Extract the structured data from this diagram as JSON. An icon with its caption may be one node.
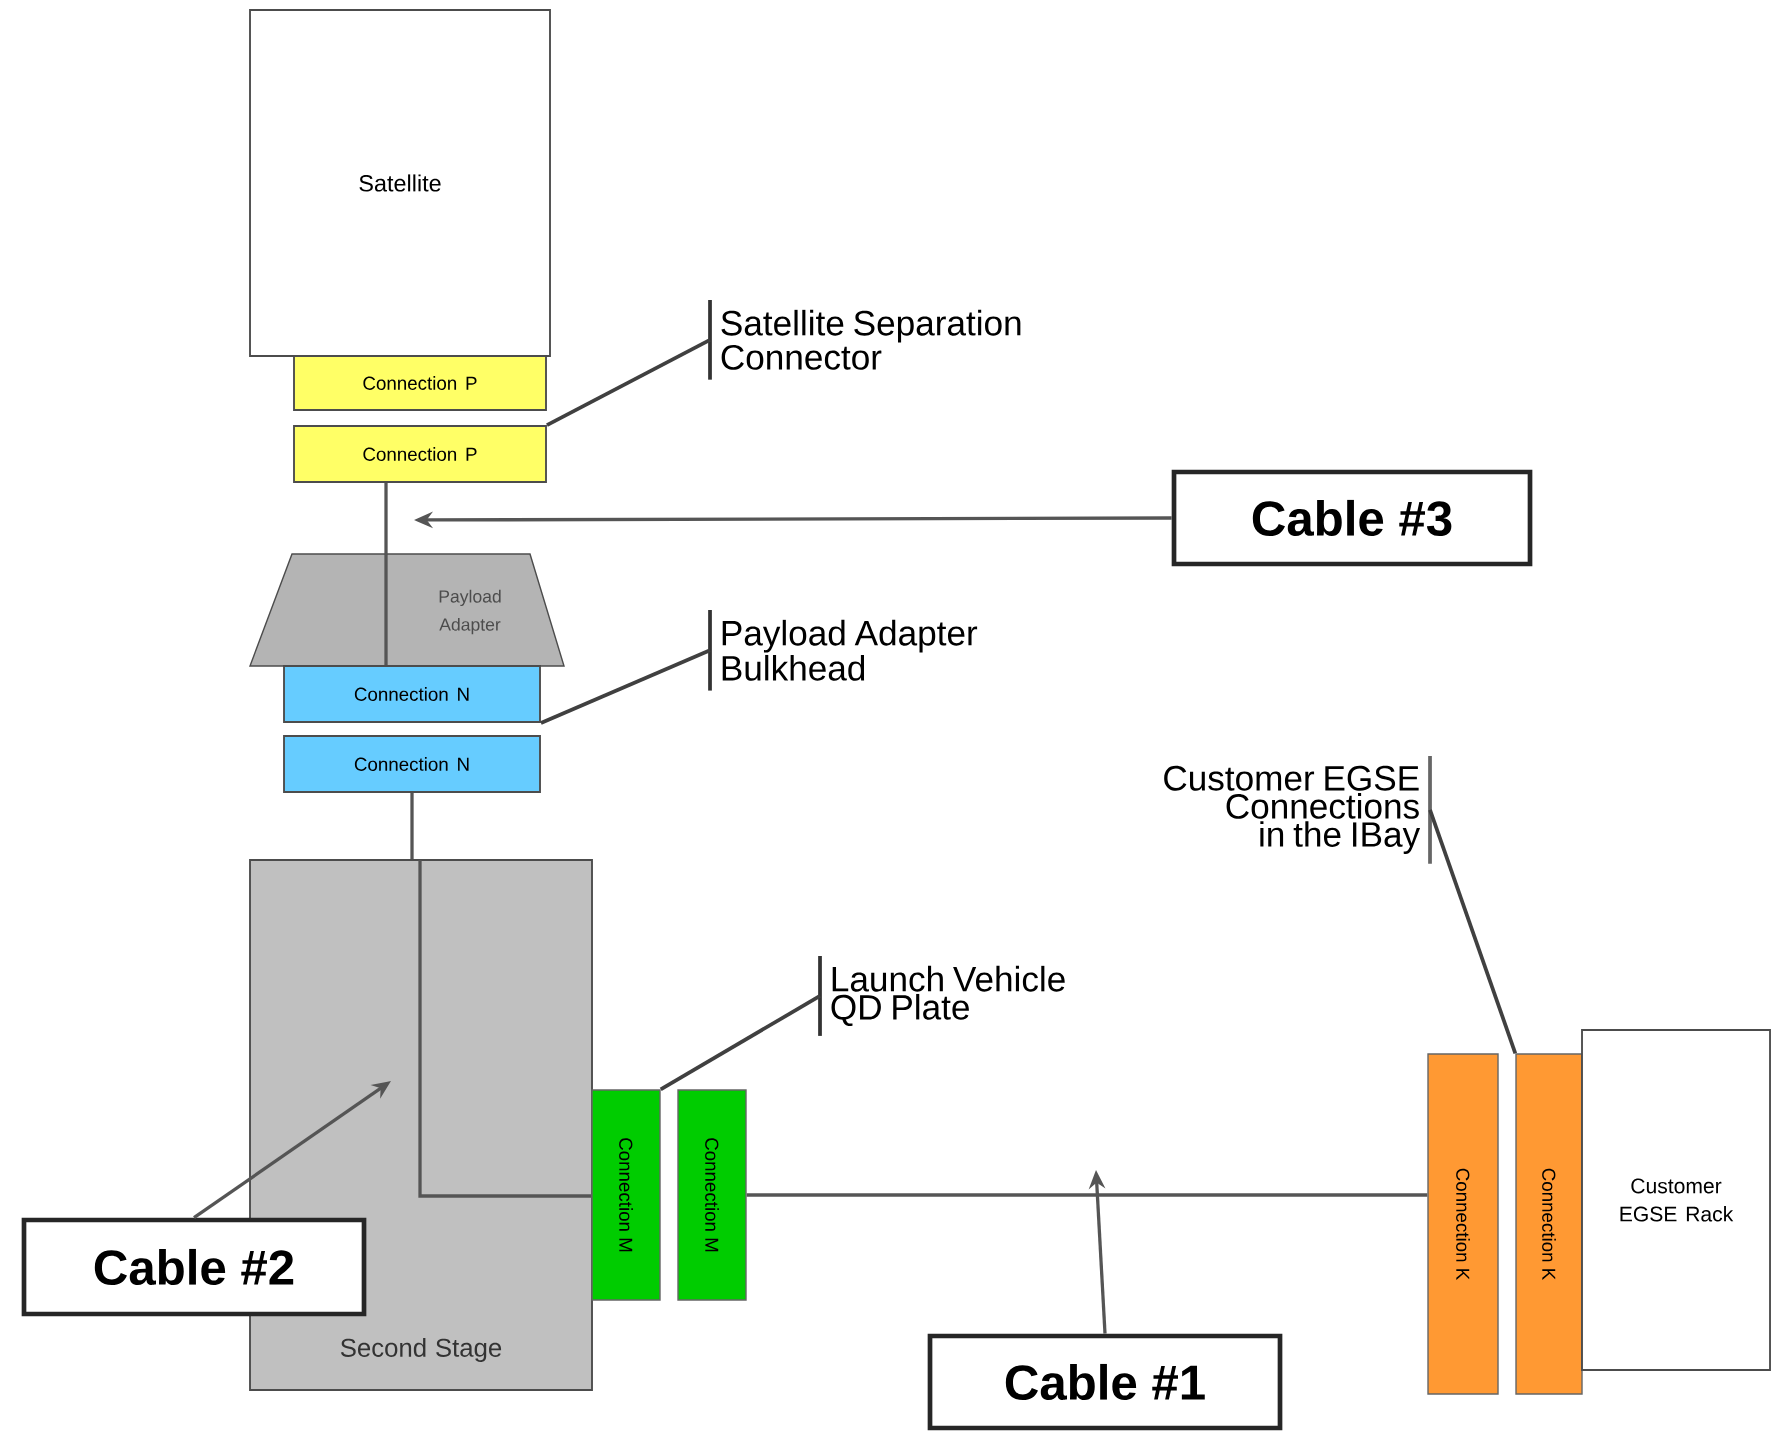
{
  "diagram": {
    "nodes": [
      {
        "text": [
          "Satellite"
        ]
      },
      {
        "text": [
          "Connection P"
        ]
      },
      {
        "text": [
          "Connection P"
        ]
      },
      {
        "text": [
          "Payload Adapter"
        ]
      },
      {
        "text": [
          "Connection N"
        ]
      },
      {
        "text": [
          "Connection N"
        ]
      },
      {
        "text": [
          "Second Stage"
        ]
      },
      {
        "text": [
          "Connection M"
        ]
      },
      {
        "text": [
          "Connection M"
        ]
      },
      {
        "text": [
          "Connection K"
        ]
      },
      {
        "text": [
          "Connection K"
        ]
      },
      {
        "text": [
          "Customer EGSE Rack"
        ]
      },
      {
        "text": [
          "Satellite Separation Connector"
        ]
      },
      {
        "text": [
          "Payload Adapter Bulkhead"
        ]
      },
      {
        "text": [
          "Launch Vehicle QD Plate"
        ]
      },
      {
        "text": [
          "Customer EGSE Connections in the IBay"
        ]
      },
      {
        "text": [
          "Cable #3"
        ]
      },
      {
        "text": [
          "Cable #2"
        ]
      },
      {
        "text": [
          "Cable #1"
        ]
      }
    ],
    "edges": [
      {
        "from": 2,
        "to": 3,
        "arrow": "none"
      },
      {
        "from": 5,
        "to": 6,
        "arrow": "none"
      },
      {
        "from": 8,
        "to": 9,
        "arrow": "none"
      },
      {
        "from": 16,
        "to": null,
        "arrow": "to"
      },
      {
        "from": 17,
        "to": 6,
        "arrow": "to"
      },
      {
        "from": 18,
        "to": null,
        "arrow": "to"
      },
      {
        "from": 12,
        "to": 2,
        "arrow": "none"
      },
      {
        "from": 13,
        "to": 4,
        "arrow": "none"
      },
      {
        "from": 14,
        "to": 7,
        "arrow": "none"
      },
      {
        "from": 15,
        "to": 10,
        "arrow": "none"
      }
    ]
  }
}
